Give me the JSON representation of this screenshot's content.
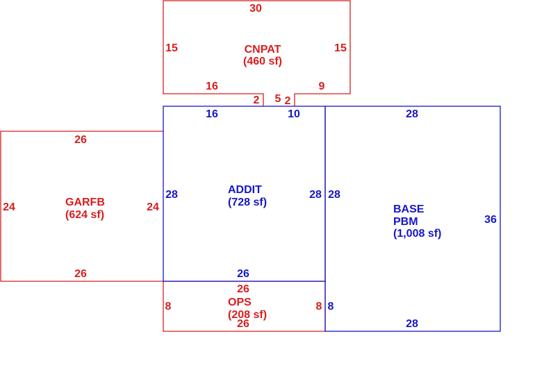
{
  "colors": {
    "red": "#d81e1e",
    "blue": "#1616c8"
  },
  "areas": {
    "cnpat": {
      "name": "CNPAT",
      "size": "(460 sf)",
      "dims": {
        "top": "30",
        "left": "15",
        "right": "15",
        "bottom_left": "16",
        "bottom_right": "9",
        "step_left": "2",
        "step_mid": "5",
        "step_right": "2"
      }
    },
    "addit": {
      "name": "ADDIT",
      "size": "(728 sf)",
      "dims": {
        "top_left": "16",
        "top_right": "10",
        "left": "28",
        "right": "28",
        "bottom": "26"
      }
    },
    "base": {
      "name": "BASE",
      "name2": "PBM",
      "size": "(1,008 sf)",
      "dims": {
        "top": "28",
        "left": "28",
        "right": "36",
        "bottom": "28",
        "lower_left": "8"
      }
    },
    "garfb": {
      "name": "GARFB",
      "size": "(624 sf)",
      "dims": {
        "top": "26",
        "left": "24",
        "right": "24",
        "bottom": "26"
      }
    },
    "ops": {
      "name": "OPS",
      "size": "(208 sf)",
      "dims": {
        "top": "26",
        "left": "8",
        "right": "8",
        "bottom": "26"
      }
    }
  }
}
